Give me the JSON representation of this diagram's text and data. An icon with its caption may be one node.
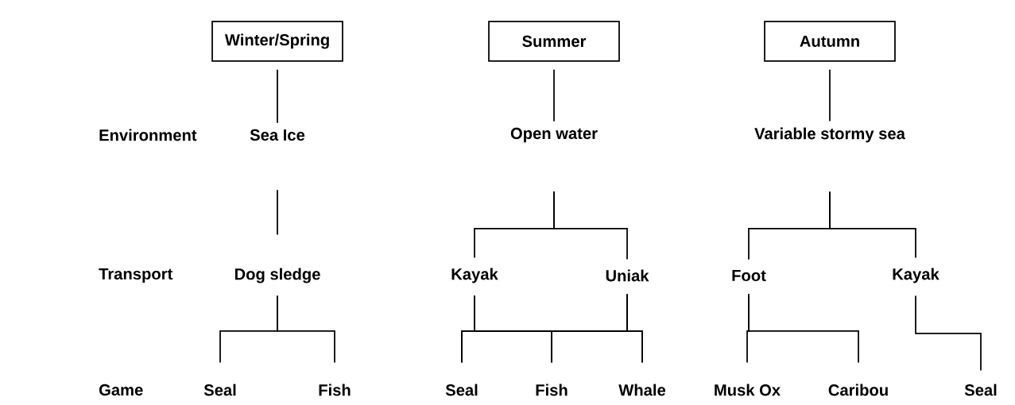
{
  "diagram": {
    "nodes": [
      {
        "text": [
          "Winter/Spring"
        ]
      },
      {
        "text": [
          "Summer"
        ]
      },
      {
        "text": [
          "Autumn"
        ]
      },
      {
        "text": [
          "Sea Ice"
        ]
      },
      {
        "text": [
          "Open water"
        ]
      },
      {
        "text": [
          "Variable stormy sea"
        ]
      },
      {
        "text": [
          "Dog sledge"
        ]
      },
      {
        "text": [
          "Kayak"
        ]
      },
      {
        "text": [
          "Uniak"
        ]
      },
      {
        "text": [
          "Foot"
        ]
      },
      {
        "text": [
          "Kayak"
        ]
      },
      {
        "text": [
          "Seal"
        ]
      },
      {
        "text": [
          "Fish"
        ]
      },
      {
        "text": [
          "Seal"
        ]
      },
      {
        "text": [
          "Fish"
        ]
      },
      {
        "text": [
          "Whale"
        ]
      },
      {
        "text": [
          "Musk Ox"
        ]
      },
      {
        "text": [
          "Caribou"
        ]
      },
      {
        "text": [
          "Seal"
        ]
      }
    ],
    "edges": [
      {
        "from": 0,
        "to": 3,
        "arrow": "none"
      },
      {
        "from": 1,
        "to": 4,
        "arrow": "none"
      },
      {
        "from": 2,
        "to": 5,
        "arrow": "none"
      },
      {
        "from": 3,
        "to": 6,
        "arrow": "none"
      },
      {
        "from": 4,
        "to": 7,
        "arrow": "none"
      },
      {
        "from": 4,
        "to": 8,
        "arrow": "none"
      },
      {
        "from": 5,
        "to": 9,
        "arrow": "none"
      },
      {
        "from": 5,
        "to": 10,
        "arrow": "none"
      },
      {
        "from": 6,
        "to": 11,
        "arrow": "none"
      },
      {
        "from": 6,
        "to": 12,
        "arrow": "none"
      },
      {
        "from": 7,
        "to": 13,
        "arrow": "none"
      },
      {
        "from": 7,
        "to": 14,
        "arrow": "none"
      },
      {
        "from": 7,
        "to": 15,
        "arrow": "none"
      },
      {
        "from": 8,
        "to": 13,
        "arrow": "none"
      },
      {
        "from": 8,
        "to": 14,
        "arrow": "none"
      },
      {
        "from": 8,
        "to": 15,
        "arrow": "none"
      },
      {
        "from": 9,
        "to": 16,
        "arrow": "none"
      },
      {
        "from": 9,
        "to": 17,
        "arrow": "none"
      },
      {
        "from": 10,
        "to": 18,
        "arrow": "none"
      }
    ],
    "labels": [
      "Environment",
      "Transport",
      "Game"
    ]
  }
}
